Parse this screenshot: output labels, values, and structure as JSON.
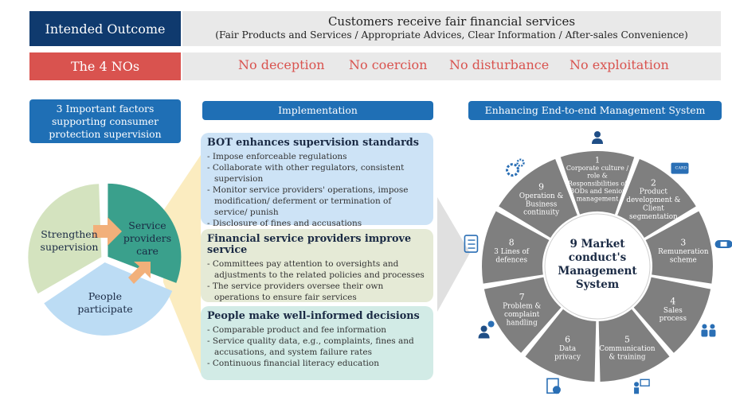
{
  "top": {
    "intended_label": "Intended Outcome",
    "intended_title": "Customers receive fair financial services",
    "intended_sub": "(Fair Products and Services / Appropriate Advices, Clear Information / After-sales Convenience)",
    "nos_label": "The 4 NOs",
    "nos": [
      "No deception",
      "No coercion",
      "No disturbance",
      "No exploitation"
    ]
  },
  "factors": {
    "header": "3 Important factors supporting consumer protection supervision",
    "slices": [
      "Strengthen supervision",
      "Service providers care",
      "People participate"
    ]
  },
  "implementation": {
    "header": "Implementation",
    "boxes": [
      {
        "title": "BOT enhances supervision standards",
        "items": [
          "Impose enforceable regulations",
          "Collaborate with other regulators, consistent supervision",
          "Monitor service providers' operations, impose modification/ deferment or termination of service/ punish",
          "Disclosure of fines and accusations"
        ]
      },
      {
        "title": "Financial service providers improve service",
        "items": [
          "Committees pay attention to oversights and adjustments to the related policies and processes",
          "The service providers oversee their own operations to ensure fair services"
        ]
      },
      {
        "title": "People make well-informed decisions",
        "items": [
          "Comparable product and fee information",
          "Service quality data, e.g., complaints, fines and accusations, and system failure rates",
          "Continuous financial literacy education"
        ]
      }
    ]
  },
  "enhancing": {
    "header": "Enhancing End-to-end Management System",
    "center": [
      "9 Market",
      "conduct's",
      "Management",
      "System"
    ],
    "segments": [
      {
        "num": "1",
        "lines": [
          "Corporate culture /",
          "role &",
          "Responsibilities of",
          "BODs and Senior",
          "management"
        ]
      },
      {
        "num": "2",
        "lines": [
          "Product",
          "development &",
          "Client",
          "segmentation"
        ]
      },
      {
        "num": "3",
        "lines": [
          "Remuneration",
          "scheme"
        ]
      },
      {
        "num": "4",
        "lines": [
          "Sales",
          "process"
        ]
      },
      {
        "num": "5",
        "lines": [
          "Communication",
          "& training"
        ]
      },
      {
        "num": "6",
        "lines": [
          "Data",
          "privacy"
        ]
      },
      {
        "num": "7",
        "lines": [
          "Problem &",
          "complaint",
          "handling"
        ]
      },
      {
        "num": "8",
        "lines": [
          "3 Lines of",
          "defences"
        ]
      },
      {
        "num": "9",
        "lines": [
          "Operation &",
          "Business",
          "continuity"
        ]
      }
    ],
    "icons": [
      "person-icon",
      "card-icon",
      "handshake-icon",
      "people-icon",
      "presenter-icon",
      "document-lock-icon",
      "alert-person-icon",
      "checklist-icon",
      "gears-icon"
    ],
    "card_text": "CARD"
  },
  "colors": {
    "navy": "#0f3a6e",
    "red": "#d9534f",
    "blue_header": "#1f6fb5",
    "box1": "#cde3f6",
    "box2": "#e5ead6",
    "box3": "#d2ebe6",
    "pie_blue": "#bcdcf4",
    "pie_green": "#d4e3bf",
    "pie_teal": "#3aa08c",
    "wheel": "#7f7f7f"
  }
}
